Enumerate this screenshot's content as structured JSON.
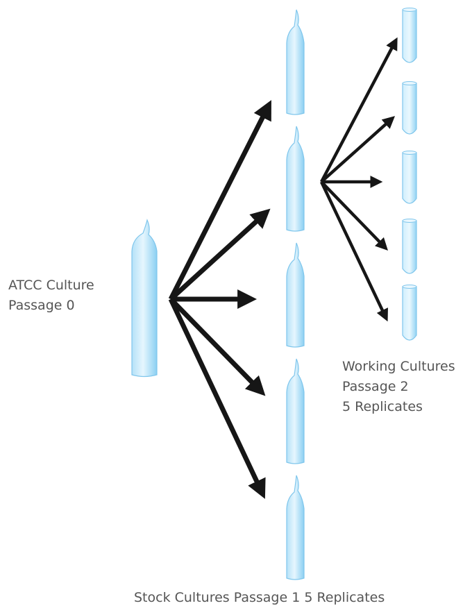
{
  "diagram": {
    "source_label": {
      "line1": "ATCC Culture",
      "line2": "Passage 0"
    },
    "working_label": {
      "line1": "Working Cultures",
      "line2": "Passage 2",
      "line3": "5 Replicates"
    },
    "stock_label": "Stock Cultures Passage 1 5 Replicates",
    "colors": {
      "vessel_fill_light": "#e3f4fd",
      "vessel_fill_dark": "#8ccff2",
      "vessel_outline": "#7fc6ec",
      "arrow": "#161616",
      "text": "#555555"
    }
  }
}
